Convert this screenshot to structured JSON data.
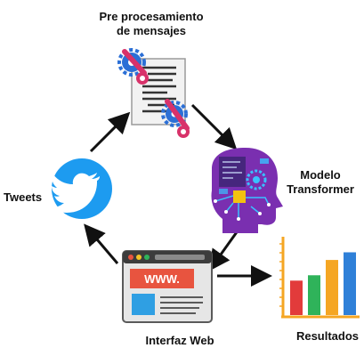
{
  "labels": {
    "preprocessing_line1": "Pre procesamiento",
    "preprocessing_line2": "de mensajes",
    "model_line1": "Modelo",
    "model_line2": "Transformer",
    "tweets": "Tweets",
    "web_interface": "Interfaz Web",
    "results": "Resultados"
  },
  "web_browser_text": "WWW.",
  "icons": {
    "preprocessing": "document-with-gears-icon",
    "model": "ai-head-circuit-icon",
    "tweets": "twitter-bird-icon",
    "web_interface": "web-browser-icon",
    "results": "bar-chart-icon"
  },
  "colors": {
    "twitter_blue": "#1d9bf0",
    "model_purple": "#7a2fb0",
    "browser_red": "#e8543f",
    "bar_red": "#e23b3b",
    "bar_green": "#2fb35a",
    "bar_orange": "#f5a623",
    "bar_blue": "#2f80d8"
  },
  "results_chart_bars": [
    0.45,
    0.52,
    0.72,
    0.82
  ]
}
